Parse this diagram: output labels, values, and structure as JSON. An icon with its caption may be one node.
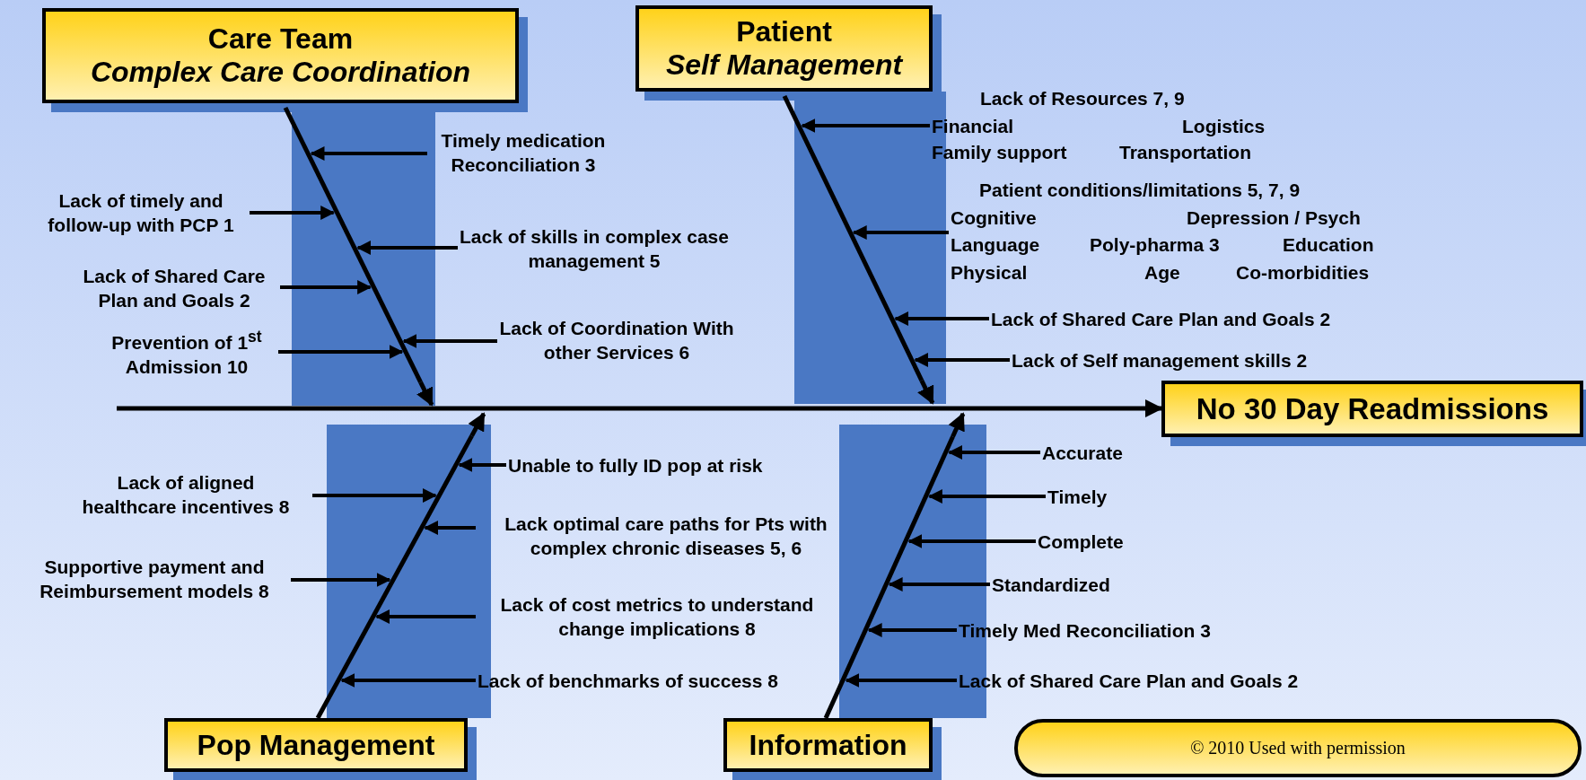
{
  "diagram": {
    "nodes": [
      {
        "text": [
          "Care Team",
          "Complex Care Coordination"
        ]
      },
      {
        "text": [
          "Patient",
          "Self Management"
        ]
      },
      {
        "text": [
          "No 30 Day Readmissions"
        ]
      },
      {
        "text": [
          "Pop Management"
        ]
      },
      {
        "text": [
          "Information"
        ]
      },
      {
        "text": [
          "Timely medication Reconciliation 3"
        ]
      },
      {
        "text": [
          "Lack of timely and follow-up with PCP 1"
        ]
      },
      {
        "text": [
          "Lack of skills in complex case management 5"
        ]
      },
      {
        "text": [
          "Lack of Shared Care Plan and Goals 2"
        ]
      },
      {
        "text": [
          "Lack of Coordination With other Services 6"
        ]
      },
      {
        "text": [
          "Prevention of 1$^{st}$ Admission 10"
        ]
      },
      {
        "text": [
          "Lack of Resources 7, 9",
          "Financial",
          "Logistics",
          "Family support",
          "Transportation"
        ]
      },
      {
        "text": [
          "Patient conditions/limitations 5, 7, 9",
          "Cognitive",
          "Depression / Psych",
          "Language",
          "Poly-pharma 3",
          "Education",
          "Physical",
          "Age",
          "Co-morbidities"
        ]
      },
      {
        "text": [
          "Lack of Shared Care Plan and Goals 2"
        ]
      },
      {
        "text": [
          "Lack of Self management skills 2"
        ]
      },
      {
        "text": [
          "Unable to fully ID pop at risk"
        ]
      },
      {
        "text": [
          "Lack of aligned healthcare incentives 8"
        ]
      },
      {
        "text": [
          "Lack optimal care paths for Pts with complex chronic diseases 5, 6"
        ]
      },
      {
        "text": [
          "Supportive payment and Reimbursement models 8"
        ]
      },
      {
        "text": [
          "Lack of cost metrics to understand change implications 8"
        ]
      },
      {
        "text": [
          "Lack of benchmarks of success 8"
        ]
      },
      {
        "text": [
          "Accurate"
        ]
      },
      {
        "text": [
          "Timely"
        ]
      },
      {
        "text": [
          "Complete"
        ]
      },
      {
        "text": [
          "Standardized"
        ]
      },
      {
        "text": [
          "Timely Med Reconciliation 3"
        ]
      },
      {
        "text": [
          "Lack of Shared Care Plan and Goals 2"
        ]
      },
      {
        "text": [
          "© 2010 Used with permission"
        ]
      },
      {
        "text": [],
        "shape": "bar"
      },
      {
        "text": [],
        "shape": "bar"
      },
      {
        "text": [],
        "shape": "bar"
      },
      {
        "text": [],
        "shape": "bar"
      },
      {
        "text": [],
        "shape": "bar"
      }
    ],
    "edges": [
      {
        "from": 28,
        "to": 32,
        "arrow": "to"
      },
      {
        "from": 29,
        "to": 32,
        "arrow": "to"
      },
      {
        "from": 30,
        "to": 32,
        "arrow": "to"
      },
      {
        "from": 31,
        "to": 32,
        "arrow": "to"
      },
      {
        "from": 32,
        "to": 2,
        "arrow": "to"
      },
      {
        "from": 5,
        "to": 28,
        "arrow": "to"
      },
      {
        "from": 6,
        "to": 28,
        "arrow": "to"
      },
      {
        "from": 7,
        "to": 28,
        "arrow": "to"
      },
      {
        "from": 8,
        "to": 28,
        "arrow": "to"
      },
      {
        "from": 9,
        "to": 28,
        "arrow": "to"
      },
      {
        "from": 10,
        "to": 28,
        "arrow": "to"
      },
      {
        "from": 11,
        "to": 29,
        "arrow": "to"
      },
      {
        "from": 12,
        "to": 29,
        "arrow": "to"
      },
      {
        "from": 13,
        "to": 29,
        "arrow": "to"
      },
      {
        "from": 14,
        "to": 29,
        "arrow": "to"
      },
      {
        "from": 15,
        "to": 30,
        "arrow": "to"
      },
      {
        "from": 16,
        "to": 30,
        "arrow": "to"
      },
      {
        "from": 17,
        "to": 30,
        "arrow": "to"
      },
      {
        "from": 18,
        "to": 30,
        "arrow": "to"
      },
      {
        "from": 19,
        "to": 30,
        "arrow": "to"
      },
      {
        "from": 20,
        "to": 30,
        "arrow": "to"
      },
      {
        "from": 21,
        "to": 31,
        "arrow": "to"
      },
      {
        "from": 22,
        "to": 31,
        "arrow": "to"
      },
      {
        "from": 23,
        "to": 31,
        "arrow": "to"
      },
      {
        "from": 24,
        "to": 31,
        "arrow": "to"
      },
      {
        "from": 25,
        "to": 31,
        "arrow": "to"
      },
      {
        "from": 26,
        "to": 31,
        "arrow": "to"
      }
    ]
  }
}
